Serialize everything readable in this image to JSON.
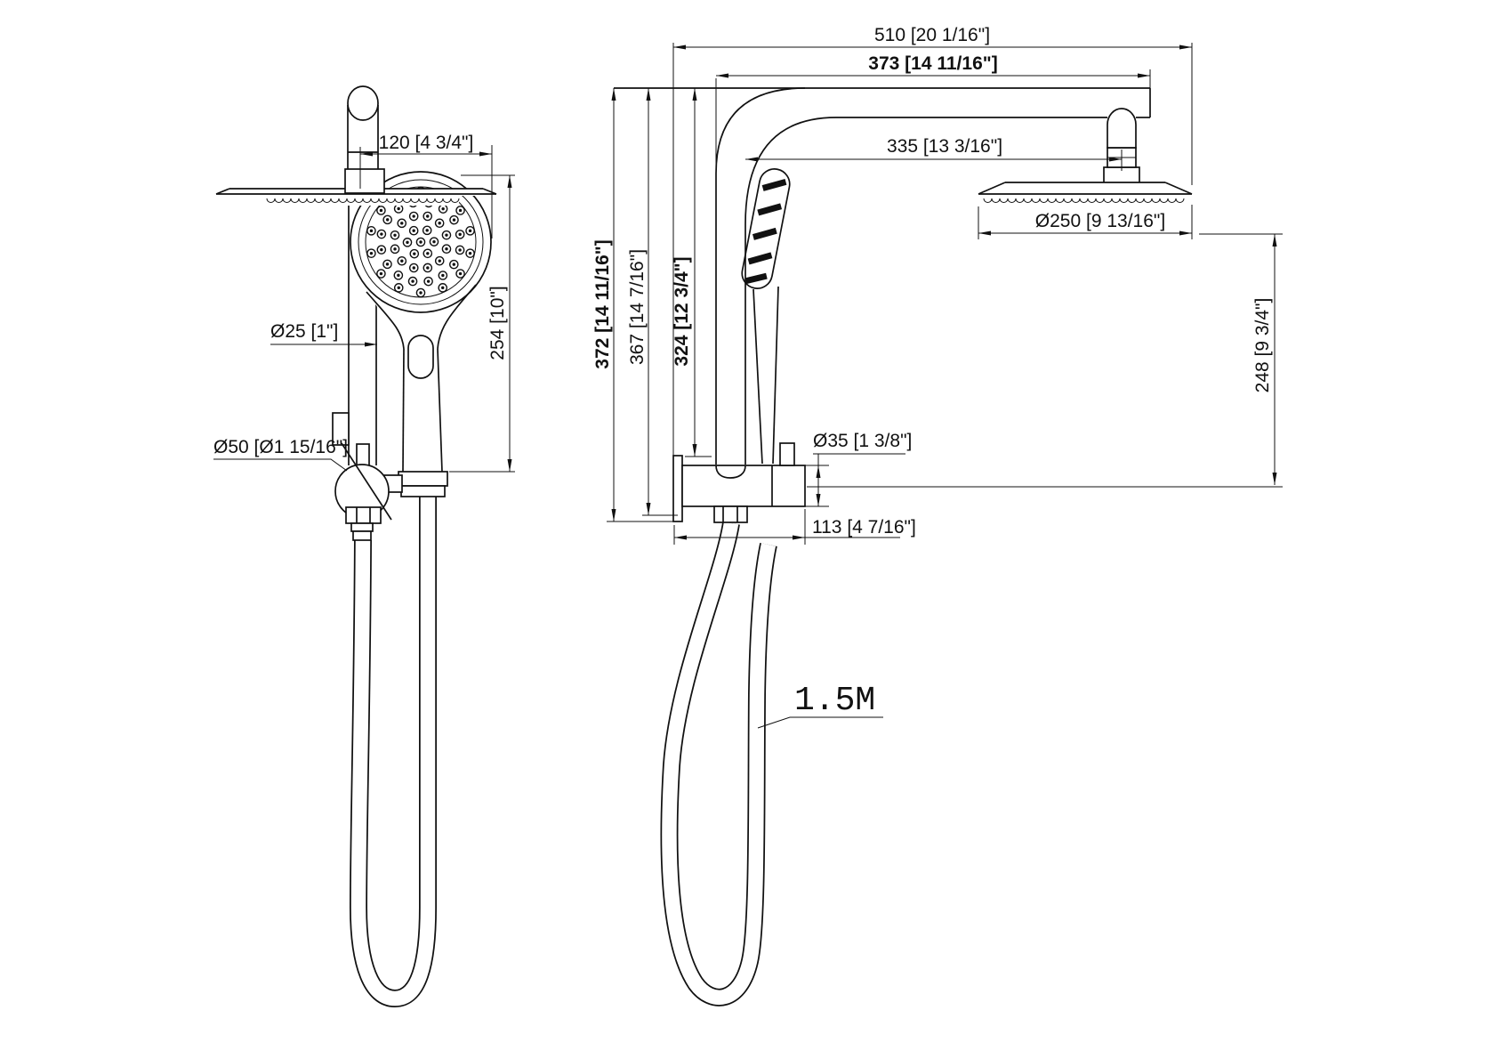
{
  "dims": {
    "d510": "510 [20 1/16\"]",
    "d373": "373 [14 11/16\"]",
    "d335": "335 [13 3/16\"]",
    "d372": "372 [14 11/16\"]",
    "d367": "367 [14 7/16\"]",
    "d324": "324 [12 3/4\"]",
    "d250": "Ø250 [9 13/16\"]",
    "d248": "248 [9 3/4\"]",
    "d35": "Ø35 [1 3/8\"]",
    "d113": "113 [4 7/16\"]",
    "d120": "120 [4 3/4\"]",
    "d25": "Ø25 [1\"]",
    "d50": "Ø50 [Ø1 15/16\"]",
    "hose_length": "1.5M"
  }
}
